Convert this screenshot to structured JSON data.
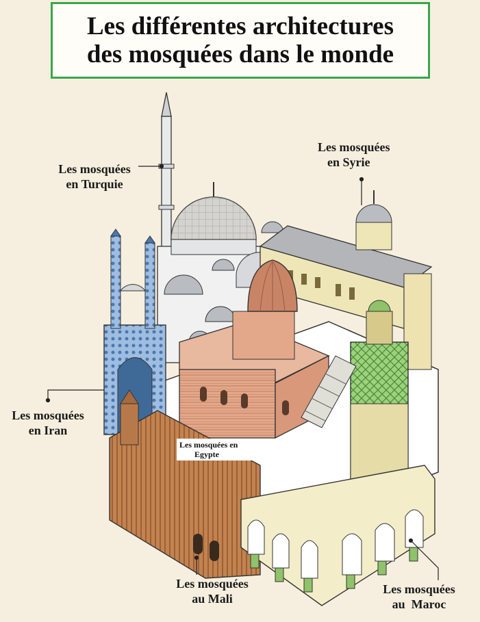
{
  "title": {
    "line1": "Les différentes architectures",
    "line2": "des mosquées dans le monde"
  },
  "labels": {
    "turquie": {
      "line1": "Les mosquées",
      "line2": "en Turquie"
    },
    "syrie": {
      "line1": "Les mosquées",
      "line2": "en Syrie"
    },
    "iran": {
      "line1": "Les mosquées",
      "line2": "en Iran"
    },
    "egypte": {
      "line1": "Les mosquées en",
      "line2": "Egypte"
    },
    "mali": {
      "line1": "Les mosquées",
      "line2": "au Mali"
    },
    "maroc": {
      "line1": "Les mosquées",
      "line2": "au  Maroc"
    }
  },
  "colors": {
    "title_border": "#3aa64a",
    "background": "#f6efdf",
    "turkish_dome": "#b9bcc0",
    "egypt_brick": "#d9987a",
    "iran_tile": "#8fb0d8",
    "mali_mud": "#b8794a",
    "morocco_tile": "#8fc26a",
    "syria_stone": "#efe6b8"
  }
}
